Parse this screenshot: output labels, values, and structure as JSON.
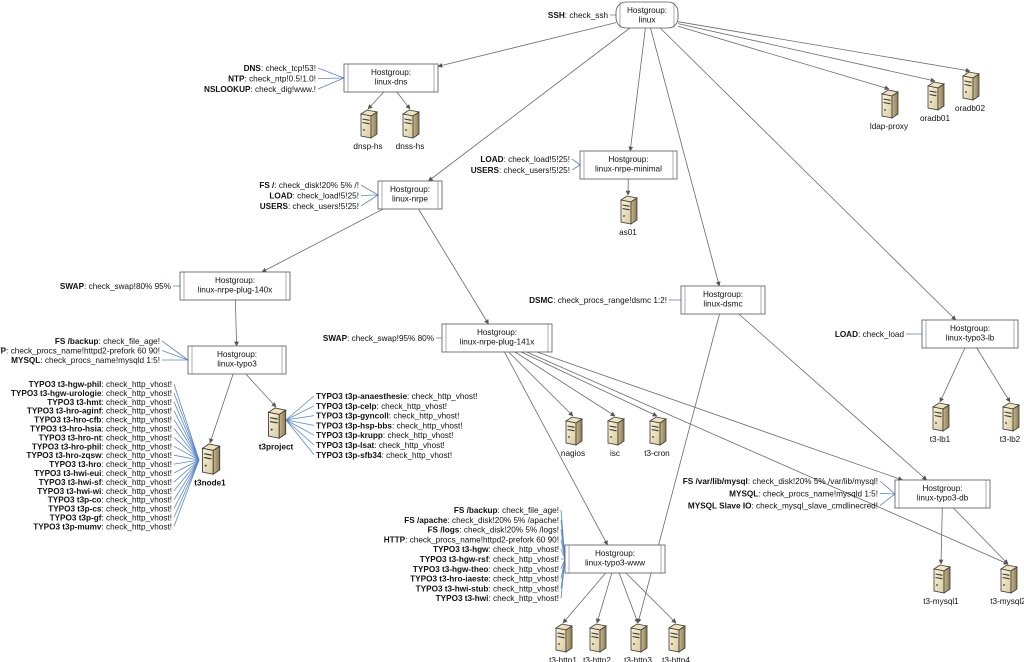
{
  "hostgroups": [
    {
      "id": "linux",
      "lines": [
        "Hostgroup:",
        "linux"
      ]
    },
    {
      "id": "linux-dns",
      "lines": [
        "Hostgroup:",
        "linux-dns"
      ]
    },
    {
      "id": "linux-nrpe",
      "lines": [
        "Hostgroup:",
        "linux-nrpe"
      ]
    },
    {
      "id": "linux-nrpe-minimal",
      "lines": [
        "Hostgroup:",
        "linux-nrpe-minimal"
      ]
    },
    {
      "id": "linux-nrpe-plug-140x",
      "lines": [
        "Hostgroup:",
        "linux-nrpe-plug-140x"
      ]
    },
    {
      "id": "linux-typo3",
      "lines": [
        "Hostgroup:",
        "linux-typo3"
      ]
    },
    {
      "id": "linux-nrpe-plug-141x",
      "lines": [
        "Hostgroup:",
        "linux-nrpe-plug-141x"
      ]
    },
    {
      "id": "linux-dsmc",
      "lines": [
        "Hostgroup:",
        "linux-dsmc"
      ]
    },
    {
      "id": "linux-typo3-lb",
      "lines": [
        "Hostgroup:",
        "linux-typo3-lb"
      ]
    },
    {
      "id": "linux-typo3-db",
      "lines": [
        "Hostgroup:",
        "linux-typo3-db"
      ]
    },
    {
      "id": "linux-typo3-www",
      "lines": [
        "Hostgroup:",
        "linux-typo3-www"
      ]
    }
  ],
  "hosts": [
    {
      "id": "dnsp-hs",
      "label": "dnsp-hs"
    },
    {
      "id": "dnss-hs",
      "label": "dnss-hs"
    },
    {
      "id": "ldap-proxy",
      "label": "ldap-proxy"
    },
    {
      "id": "oradb01",
      "label": "oradb01"
    },
    {
      "id": "oradb02",
      "label": "oradb02"
    },
    {
      "id": "as01",
      "label": "as01"
    },
    {
      "id": "t3node1",
      "label": "t3node1"
    },
    {
      "id": "t3project",
      "label": "t3project"
    },
    {
      "id": "nagios",
      "label": "nagios"
    },
    {
      "id": "isc",
      "label": "isc"
    },
    {
      "id": "t3-cron",
      "label": "t3-cron"
    },
    {
      "id": "t3-lb1",
      "label": "t3-lb1"
    },
    {
      "id": "t3-lb2",
      "label": "t3-lb2"
    },
    {
      "id": "t3-mysql1",
      "label": "t3-mysql1"
    },
    {
      "id": "t3-mysql2",
      "label": "t3-mysql2"
    },
    {
      "id": "t3-http1",
      "label": "t3-http1"
    },
    {
      "id": "t3-http2",
      "label": "t3-http2"
    },
    {
      "id": "t3-http3",
      "label": "t3-http3"
    },
    {
      "id": "t3-http4",
      "label": "t3-http4"
    }
  ],
  "services": {
    "linux": [
      {
        "name": "SSH",
        "check": "check_ssh"
      }
    ],
    "linux-dns": [
      {
        "name": "DNS",
        "check": "check_tcp!53!"
      },
      {
        "name": "NTP",
        "check": "check_ntp!0.5!1.0!"
      },
      {
        "name": "NSLOOKUP",
        "check": "check_dig!www.!"
      }
    ],
    "linux-nrpe": [
      {
        "name": "FS /",
        "check": "check_disk!20% 5% /!"
      },
      {
        "name": "LOAD",
        "check": "check_load!5!25!"
      },
      {
        "name": "USERS",
        "check": "check_users!5!25!"
      }
    ],
    "linux-nrpe-minimal": [
      {
        "name": "LOAD",
        "check": "check_load!5!25!"
      },
      {
        "name": "USERS",
        "check": "check_users!5!25!"
      }
    ],
    "linux-nrpe-plug-140x": [
      {
        "name": "SWAP",
        "check": "check_swap!80% 95%"
      }
    ],
    "linux-typo3": [
      {
        "name": "FS /backup",
        "check": "check_file_age!"
      },
      {
        "name": "HTTP",
        "check": "check_procs_name!httpd2-prefork 60 90!"
      },
      {
        "name": "MYSQL",
        "check": "check_procs_name!mysqld 1:5!"
      }
    ],
    "linux-nrpe-plug-141x": [
      {
        "name": "SWAP",
        "check": "check_swap!95% 80%"
      }
    ],
    "linux-dsmc": [
      {
        "name": "DSMC",
        "check": "check_procs_range!dsmc 1:2!"
      }
    ],
    "linux-typo3-lb": [
      {
        "name": "LOAD",
        "check": "check_load"
      }
    ],
    "linux-typo3-db": [
      {
        "name": "FS /var/lib/mysql",
        "check": "check_disk!20% 5% /var/lib/mysql!"
      },
      {
        "name": "MYSQL",
        "check": "check_procs_name!mysqld 1:5!"
      },
      {
        "name": "MYSQL Slave IO",
        "check": "check_mysql_slave_cmdlinecred!"
      }
    ],
    "linux-typo3-www": [
      {
        "name": "FS /backup",
        "check": "check_file_age!"
      },
      {
        "name": "FS /apache",
        "check": "check_disk!20% 5% /apache!"
      },
      {
        "name": "FS /logs",
        "check": "check_disk!20% 5% /logs!"
      },
      {
        "name": "HTTP",
        "check": "check_procs_name!httpd2-prefork 60 90!"
      },
      {
        "name": "TYPO3 t3-hgw",
        "check": "check_http_vhost!"
      },
      {
        "name": "TYPO3 t3-hgw-rsf",
        "check": "check_http_vhost!"
      },
      {
        "name": "TYPO3 t3-hgw-theo",
        "check": "check_http_vhost!"
      },
      {
        "name": "TYPO3 t3-hro-iaeste",
        "check": "check_http_vhost!"
      },
      {
        "name": "TYPO3 t3-hwi-stub",
        "check": "check_http_vhost!"
      },
      {
        "name": "TYPO3 t3-hwi",
        "check": "check_http_vhost!"
      }
    ],
    "t3node1": [
      {
        "name": "TYPO3 t3-hgw-phil",
        "check": "check_http_vhost!"
      },
      {
        "name": "TYPO3 t3-hgw-urologie",
        "check": "check_http_vhost!"
      },
      {
        "name": "TYPO3 t3-hmt",
        "check": "check_http_vhost!"
      },
      {
        "name": "TYPO3 t3-hro-aginf",
        "check": "check_http_vhost!"
      },
      {
        "name": "TYPO3 t3-hro-cfb",
        "check": "check_http_vhost!"
      },
      {
        "name": "TYPO3 t3-hro-hsia",
        "check": "check_http_vhost!"
      },
      {
        "name": "TYPO3 t3-hro-nt",
        "check": "check_http_vhost!"
      },
      {
        "name": "TYPO3 t3-hro-phil",
        "check": "check_http_vhost!"
      },
      {
        "name": "TYPO3 t3-hro-zqsw",
        "check": "check_http_vhost!"
      },
      {
        "name": "TYPO3 t3-hro",
        "check": "check_http_vhost!"
      },
      {
        "name": "TYPO3 t3-hwi-eui",
        "check": "check_http_vhost!"
      },
      {
        "name": "TYPO3 t3-hwi-sf",
        "check": "check_http_vhost!"
      },
      {
        "name": "TYPO3 t3-hwi-wi",
        "check": "check_http_vhost!"
      },
      {
        "name": "TYPO3 t3p-co",
        "check": "check_http_vhost!"
      },
      {
        "name": "TYPO3 t3p-cs",
        "check": "check_http_vhost!"
      },
      {
        "name": "TYPO3 t3p-gf",
        "check": "check_http_vhost!"
      },
      {
        "name": "TYPO3 t3p-mumv",
        "check": "check_http_vhost!"
      }
    ],
    "t3project": [
      {
        "name": "TYPO3 t3p-anaesthesie",
        "check": "check_http_vhost!"
      },
      {
        "name": "TYPO3 t3p-celp",
        "check": "check_http_vhost!"
      },
      {
        "name": "TYPO3 t3p-gyncoll",
        "check": "check_http_vhost!"
      },
      {
        "name": "TYPO3 t3p-hsp-bbs",
        "check": "check_http_vhost!"
      },
      {
        "name": "TYPO3 t3p-krupp",
        "check": "check_http_vhost!"
      },
      {
        "name": "TYPO3 t3p-lsat",
        "check": "check_http_vhost!"
      },
      {
        "name": "TYPO3 t3p-sfb34",
        "check": "check_http_vhost!"
      }
    ]
  },
  "edges": [
    [
      "linux",
      "linux-dns"
    ],
    [
      "linux",
      "linux-nrpe"
    ],
    [
      "linux",
      "linux-nrpe-minimal"
    ],
    [
      "linux",
      "linux-dsmc"
    ],
    [
      "linux",
      "linux-typo3-lb"
    ],
    [
      "linux",
      "ldap-proxy"
    ],
    [
      "linux",
      "oradb01"
    ],
    [
      "linux",
      "oradb02"
    ],
    [
      "linux-dns",
      "dnsp-hs"
    ],
    [
      "linux-dns",
      "dnss-hs"
    ],
    [
      "linux-nrpe-minimal",
      "as01"
    ],
    [
      "linux-nrpe",
      "linux-nrpe-plug-140x"
    ],
    [
      "linux-nrpe",
      "linux-nrpe-plug-141x"
    ],
    [
      "linux-nrpe-plug-140x",
      "linux-typo3"
    ],
    [
      "linux-typo3",
      "t3node1"
    ],
    [
      "linux-typo3",
      "t3project"
    ],
    [
      "linux-nrpe-plug-141x",
      "nagios"
    ],
    [
      "linux-nrpe-plug-141x",
      "isc"
    ],
    [
      "linux-nrpe-plug-141x",
      "t3-cron"
    ],
    [
      "linux-nrpe-plug-141x",
      "linux-typo3-www"
    ],
    [
      "linux-nrpe-plug-141x",
      "linux-typo3-db"
    ],
    [
      "linux-nrpe-plug-141x",
      "t3-mysql2"
    ],
    [
      "linux-dsmc",
      "linux-typo3-db"
    ],
    [
      "linux-dsmc",
      "t3-http3"
    ],
    [
      "linux-typo3-lb",
      "t3-lb1"
    ],
    [
      "linux-typo3-lb",
      "t3-lb2"
    ],
    [
      "linux-typo3-db",
      "t3-mysql1"
    ],
    [
      "linux-typo3-db",
      "t3-mysql2"
    ],
    [
      "linux-typo3-www",
      "t3-http1"
    ],
    [
      "linux-typo3-www",
      "t3-http2"
    ],
    [
      "linux-typo3-www",
      "t3-http3"
    ],
    [
      "linux-typo3-www",
      "t3-http4"
    ]
  ]
}
